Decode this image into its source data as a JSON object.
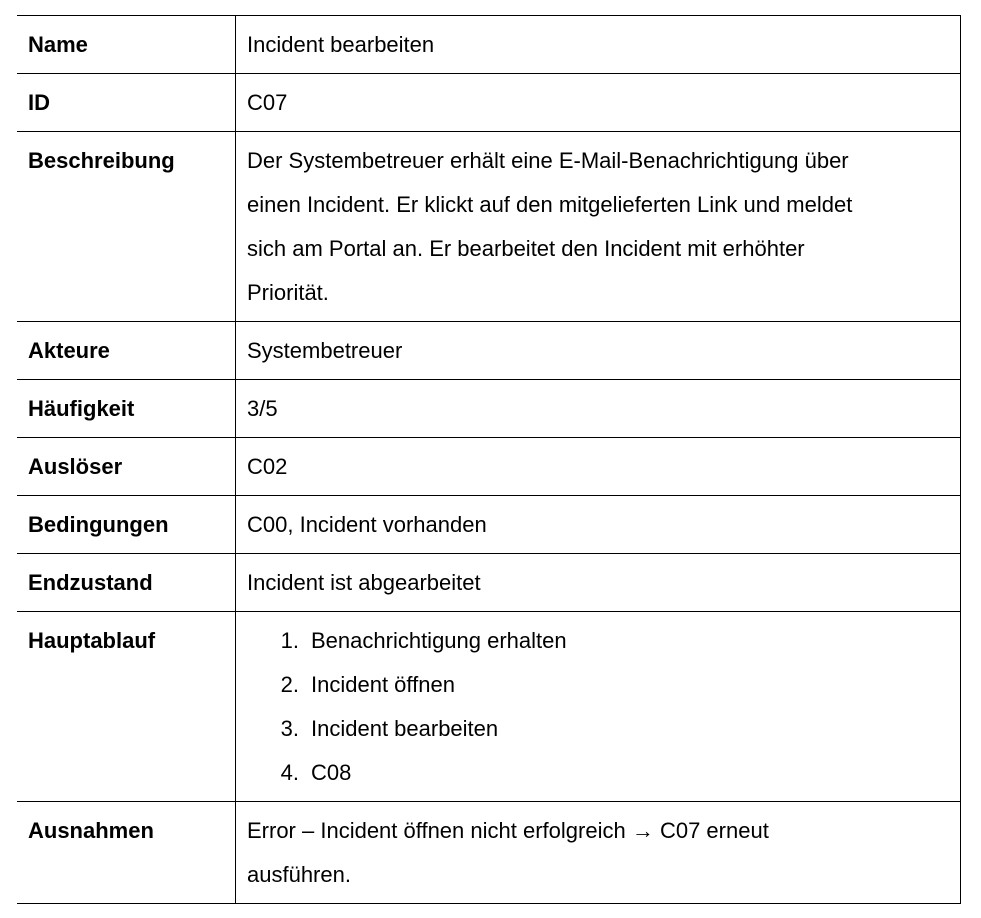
{
  "rows": [
    {
      "key": "Name",
      "value": "Incident bearbeiten"
    },
    {
      "key": "ID",
      "value": "C07"
    },
    {
      "key": "Beschreibung",
      "lines": [
        "Der Systembetreuer erhält eine E-Mail-Benachrichtigung über",
        "einen Incident. Er klickt auf den mitgelieferten Link und meldet",
        "sich am Portal an. Er bearbeitet den Incident mit erhöhter",
        "Priorität."
      ]
    },
    {
      "key": "Akteure",
      "value": "Systembetreuer"
    },
    {
      "key": "Häufigkeit",
      "value": "3/5"
    },
    {
      "key": "Auslöser",
      "value": "C02"
    },
    {
      "key": "Bedingungen",
      "value": "C00, Incident vorhanden"
    },
    {
      "key": "Endzustand",
      "value": "Incident ist abgearbeitet"
    },
    {
      "key": "Hauptablauf",
      "steps": [
        {
          "num": "1.",
          "text": "Benachrichtigung erhalten"
        },
        {
          "num": "2.",
          "text": "Incident öffnen"
        },
        {
          "num": "3.",
          "text": "Incident bearbeiten"
        },
        {
          "num": "4.",
          "text": "C08"
        }
      ]
    },
    {
      "key": "Ausnahmen",
      "line1_before": "Error – Incident öffnen nicht erfolgreich",
      "arrow": "→",
      "line1_after": "C07 erneut",
      "line2": "ausführen."
    }
  ]
}
